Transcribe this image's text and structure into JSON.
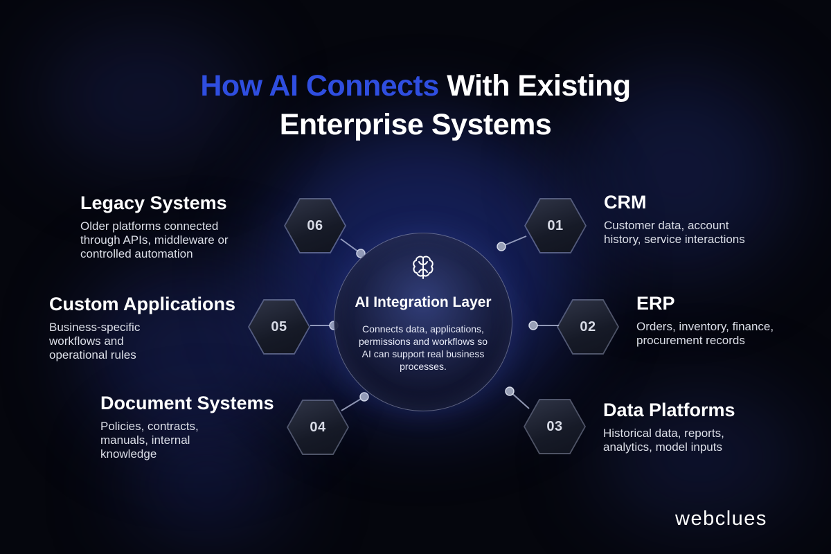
{
  "title": {
    "accent": "How AI Connects",
    "line1_rest": " With Existing",
    "line2": "Enterprise Systems"
  },
  "hub": {
    "icon": "brain-icon",
    "title": "AI Integration Layer",
    "description": "Connects data, applications, permissions and workflows so AI can support real business processes."
  },
  "items": [
    {
      "number": "01",
      "title": "CRM",
      "description": "Customer data, account history, service interactions"
    },
    {
      "number": "02",
      "title": "ERP",
      "description": "Orders, inventory, finance, procurement records"
    },
    {
      "number": "03",
      "title": "Data Platforms",
      "description": "Historical data, reports, analytics, model inputs"
    },
    {
      "number": "04",
      "title": "Document Systems",
      "description": "Policies, contracts, manuals, internal knowledge"
    },
    {
      "number": "05",
      "title": "Custom Applications",
      "description": "Business-specific workflows and operational rules"
    },
    {
      "number": "06",
      "title": "Legacy Systems",
      "description": "Older platforms connected through APIs, middleware or controlled automation"
    }
  ],
  "brand": "webclues",
  "colors": {
    "accent": "#2f4ee0",
    "background": "#05060d",
    "text": "#ffffff"
  }
}
